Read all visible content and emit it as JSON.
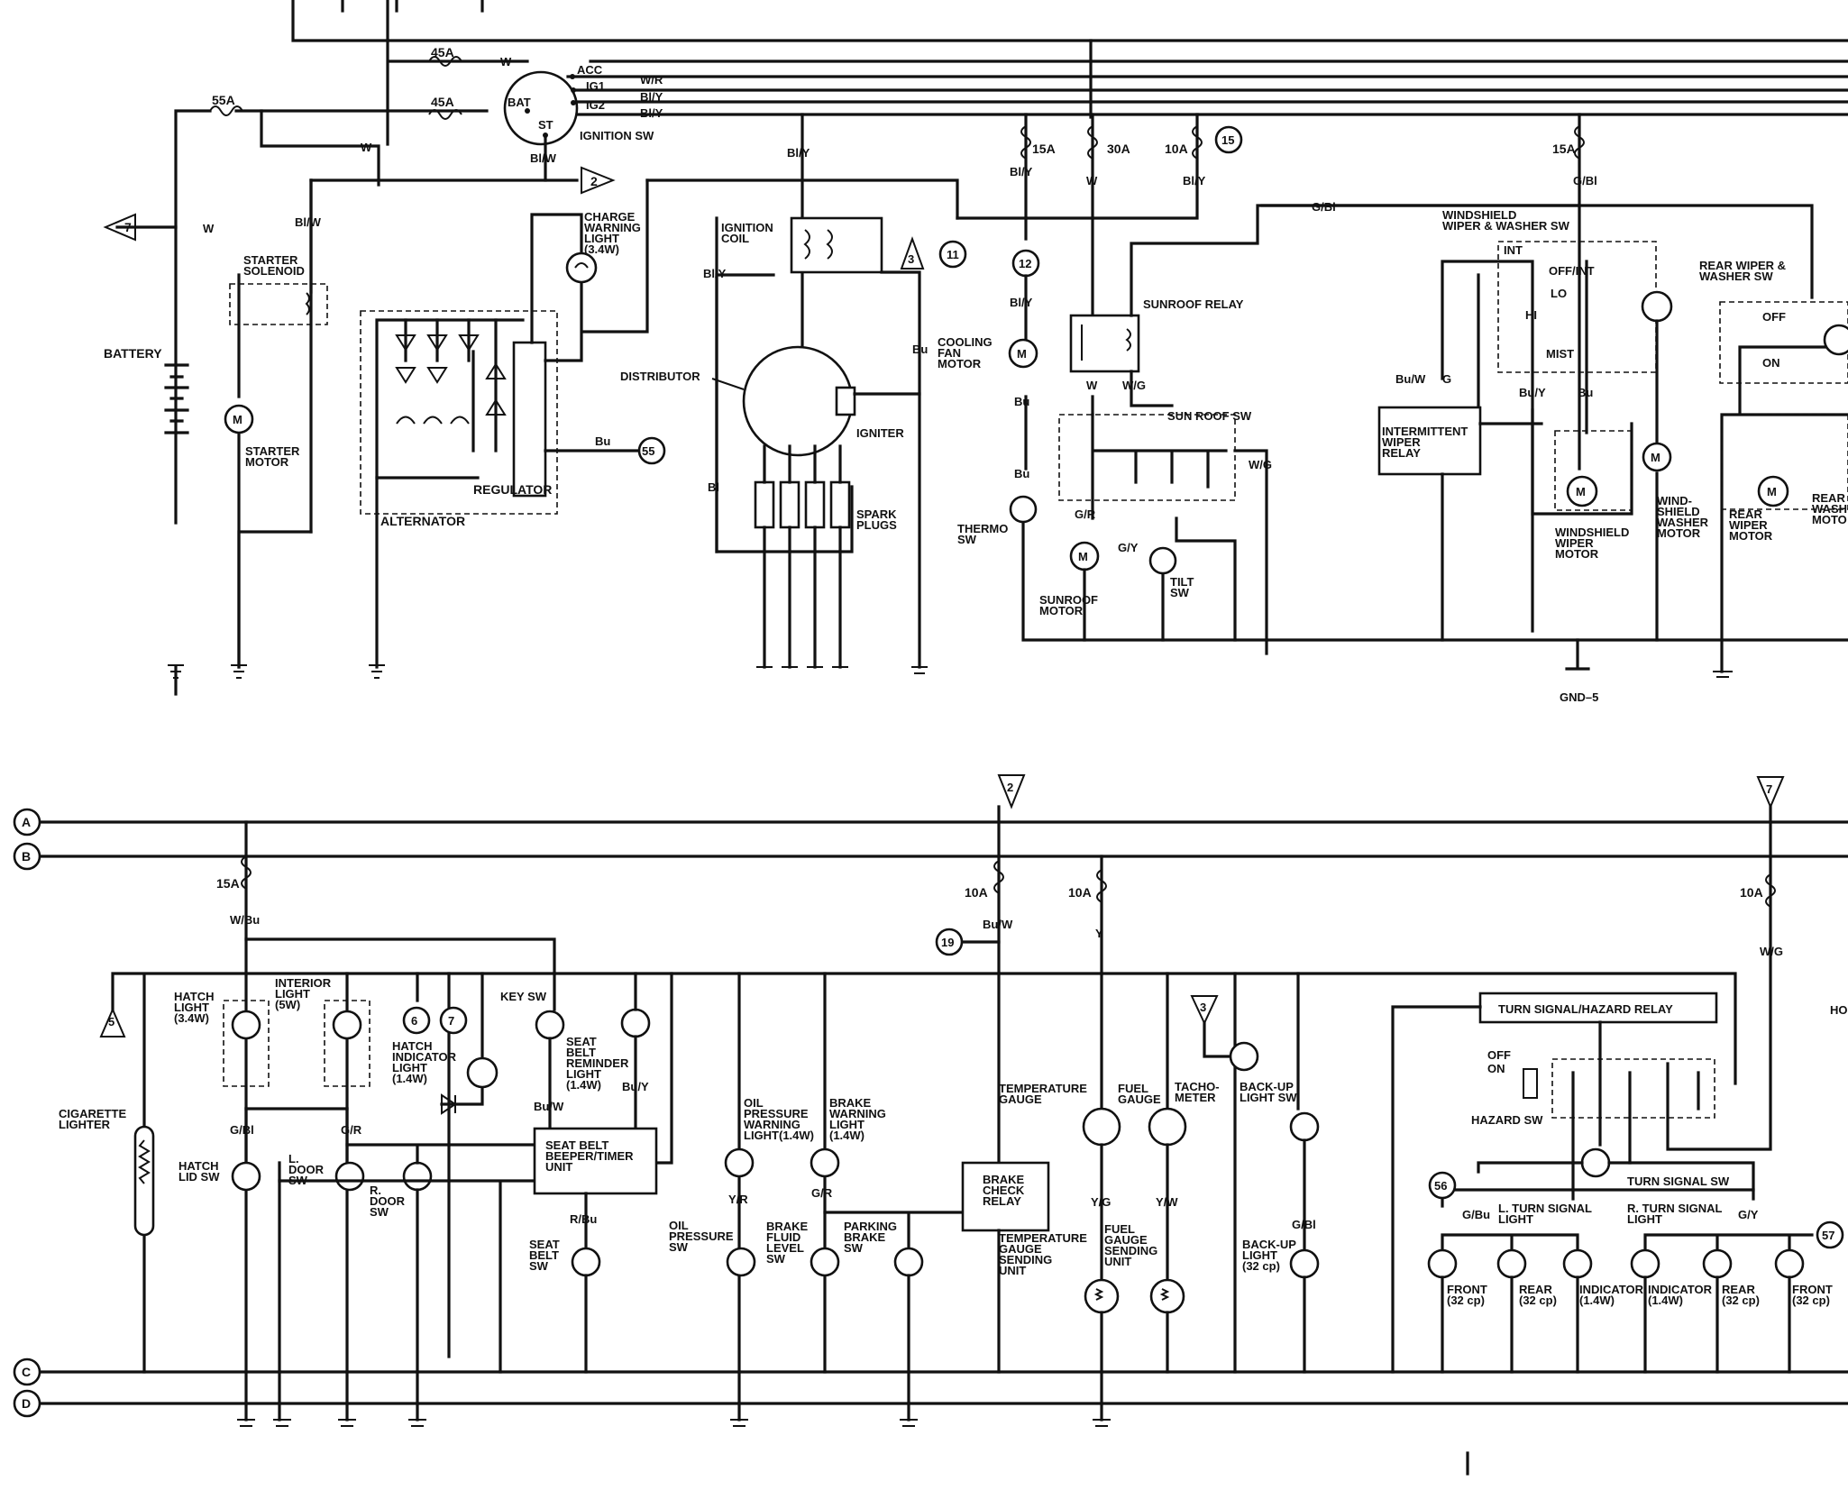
{
  "bus_labels": {
    "a": "A",
    "b": "B",
    "c": "C",
    "d": "D"
  },
  "fuses": {
    "f45a_top": "45A",
    "f55a": "55A",
    "f45a_mid": "45A",
    "f15a_cool": "15A",
    "f30a": "30A",
    "f10a_sun": "10A",
    "f15a_wiper": "15A",
    "f15a_int": "15A",
    "f10a_gauge1": "10A",
    "f10a_gauge2": "10A",
    "f10a_turn": "10A"
  },
  "wire_colors": {
    "w1": "W",
    "w2": "W",
    "w3": "W",
    "wr": "W/R",
    "bly1": "Bl/Y",
    "bly2": "Bl/Y",
    "blw1": "Bl/W",
    "blw2": "Bl/W",
    "bly3": "Bl/Y",
    "bly4": "Bl/Y",
    "bly5": "Bl/Y",
    "bly6": "Bl/Y",
    "bly7": "Bl/Y",
    "w4": "W",
    "gbl1": "G/Bl",
    "gbl2": "G/Bl",
    "bu1": "Bu",
    "bu2": "Bu",
    "bu3": "Bu",
    "bu4": "Bu",
    "bl": "Bl",
    "wg1": "W/G",
    "wg2": "W/G",
    "gr1": "G/R",
    "gy1": "G/Y",
    "w5": "W",
    "buw": "Bu/W",
    "g1": "G",
    "buy": "Bu/Y",
    "bu5": "Bu",
    "wbu": "W/Bu",
    "gbl3": "G/Bl",
    "gr2": "G/R",
    "buw2": "Bu/W",
    "buy2": "Bu/Y",
    "rbu": "R/Bu",
    "yr": "Y/R",
    "gr3": "G/R",
    "buw3": "Bu/W",
    "y1": "Y",
    "yg": "Y/G",
    "yw": "Y/W",
    "gbl4": "G/Bl",
    "wg3": "W/G",
    "gbu": "G/Bu",
    "gy2": "G/Y"
  },
  "ignition": {
    "acc": "ACC",
    "ig1": "IG1",
    "ig2": "IG2",
    "bat": "BAT",
    "st": "ST",
    "label": "IGNITION SW"
  },
  "top_labels": {
    "battery": "BATTERY",
    "starter_solenoid": "STARTER\nSOLENOID",
    "starter_motor": "STARTER\nMOTOR",
    "charge_light": "CHARGE\nWARNING\nLIGHT\n(3.4W)",
    "regulator": "REGULATOR",
    "alternator": "ALTERNATOR",
    "ignition_coil": "IGNITION\nCOIL",
    "distributor": "DISTRIBUTOR",
    "igniter": "IGNITER",
    "spark_plugs": "SPARK\nPLUGS",
    "cooling_fan": "COOLING\nFAN\nMOTOR",
    "thermo_sw": "THERMO\nSW",
    "sunroof_relay": "SUNROOF RELAY",
    "sunroof_sw": "SUN ROOF SW",
    "sunroof_motor": "SUNROOF\nMOTOR",
    "tilt_sw": "TILT\nSW",
    "windshield_sw": "WINDSHIELD\nWIPER & WASHER SW",
    "int": "INT",
    "offint": "OFF/INT",
    "lo": "LO",
    "hi": "HI",
    "mist": "MIST",
    "int_relay": "INTERMITTENT\nWIPER\nRELAY",
    "ws_wiper_motor": "WINDSHIELD\nWIPER\nMOTOR",
    "ws_washer_motor": "WIND-\nSHIELD\nWASHER\nMOTOR",
    "rear_wiper_sw": "REAR WIPER &\nWASHER SW",
    "off": "OFF",
    "on": "ON",
    "rear_wiper_motor": "REAR\nWIPER\nMOTOR",
    "rear_washer_cut": "REAR\nWASH\nMOTO",
    "gnd5": "GND–5"
  },
  "bottom_labels": {
    "hatch_light": "HATCH\nLIGHT\n(3.4W)",
    "interior_light": "INTERIOR\nLIGHT\n(5W)",
    "key_sw": "KEY SW",
    "hatch_indicator": "HATCH\nINDICATOR\nLIGHT\n(1.4W)",
    "seat_belt_reminder": "SEAT\nBELT\nREMINDER\nLIGHT\n(1.4W)",
    "cigarette": "CIGARETTE\nLIGHTER",
    "hatch_lid": "HATCH\nLID SW",
    "l_door": "L.\nDOOR\nSW",
    "r_door": "R.\nDOOR\nSW",
    "seat_belt_unit": "SEAT BELT\nBEEPER/TIMER\nUNIT",
    "seat_belt_sw": "SEAT\nBELT\nSW",
    "oil_light": "OIL\nPRESSURE\nWARNING\nLIGHT(1.4W)",
    "brake_light": "BRAKE\nWARNING\nLIGHT\n(1.4W)",
    "oil_sw": "OIL\nPRESSURE\nSW",
    "brake_fluid": "BRAKE\nFLUID\nLEVEL\nSW",
    "parking_brake": "PARKING\nBRAKE\nSW",
    "brake_relay": "BRAKE\nCHECK\nRELAY",
    "temp_gauge": "TEMPERATURE\nGAUGE",
    "fuel_gauge": "FUEL\nGAUGE",
    "tacho": "TACHO-\nMETER",
    "backup_sw": "BACK-UP\nLIGHT SW",
    "temp_unit": "TEMPERATURE\nGAUGE\nSENDING\nUNIT",
    "fuel_unit": "FUEL\nGAUGE\nSENDING\nUNIT",
    "backup_light": "BACK-UP\nLIGHT\n(32 cp)",
    "turn_relay": "TURN SIGNAL/HAZARD RELAY",
    "off2": "OFF",
    "on2": "ON",
    "hazard_sw": "HAZARD SW",
    "turn_sw": "TURN SIGNAL SW",
    "l_turn": "L. TURN SIGNAL\nLIGHT",
    "r_turn": "R. TURN SIGNAL\nLIGHT",
    "front1": "FRONT\n(32 cp)",
    "rear1": "REAR\n(32 cp)",
    "ind1": "INDICATOR\n(1.4W)",
    "ind2": "INDICATOR\n(1.4W)",
    "rear2": "REAR\n(32 cp)",
    "front2": "FRONT\n(32 cp)",
    "ho_cut": "HO"
  },
  "connectors": {
    "c7": "7",
    "c2": "2",
    "c3": "3",
    "c11": "11",
    "c12": "12",
    "c15": "15",
    "c55": "55",
    "c5": "5",
    "c6": "6",
    "c7b": "7",
    "c2b": "2",
    "c19": "19",
    "c3b": "3",
    "c7c": "7",
    "c56": "56",
    "c57": "57"
  }
}
